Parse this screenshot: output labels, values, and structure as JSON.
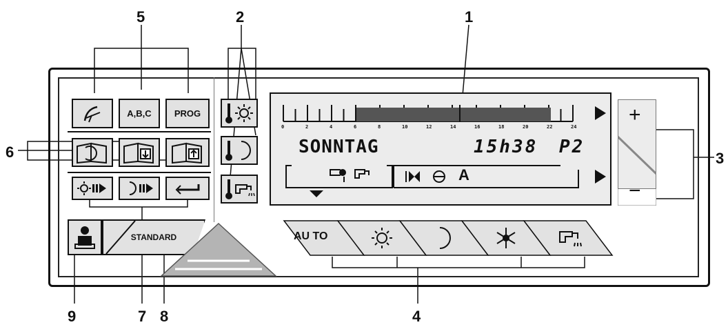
{
  "callouts": {
    "c1": "1",
    "c2": "2",
    "c3": "3",
    "c4": "4",
    "c5": "5",
    "c6": "6",
    "c7": "7",
    "c8": "8",
    "c9": "9"
  },
  "buttons": {
    "abc": "A,B,C",
    "prog": "PROG",
    "standard": "STANDARD",
    "auto": "AU TO",
    "plus": "+",
    "minus": "−"
  },
  "display": {
    "day": "SONNTAG",
    "time": "15h38",
    "program": "P2",
    "scale": [
      "0",
      "2",
      "4",
      "6",
      "8",
      "10",
      "12",
      "14",
      "16",
      "18",
      "20",
      "22",
      "24"
    ],
    "letter_a": "A"
  },
  "colors": {
    "panel": "#e2e2e2",
    "lcd": "#ececec",
    "ink": "#111111",
    "bar": "#555555"
  },
  "icons": [
    "heating-curve-icon",
    "thermometer-sun-icon",
    "thermometer-moon-icon",
    "thermometer-tap-icon",
    "sun-forward-icon",
    "moon-forward-icon",
    "return-icon",
    "technician-icon",
    "sun-icon",
    "moon-icon",
    "snowflake-icon",
    "tap-icon",
    "eye-icon",
    "valve-icon",
    "pump-icon"
  ]
}
